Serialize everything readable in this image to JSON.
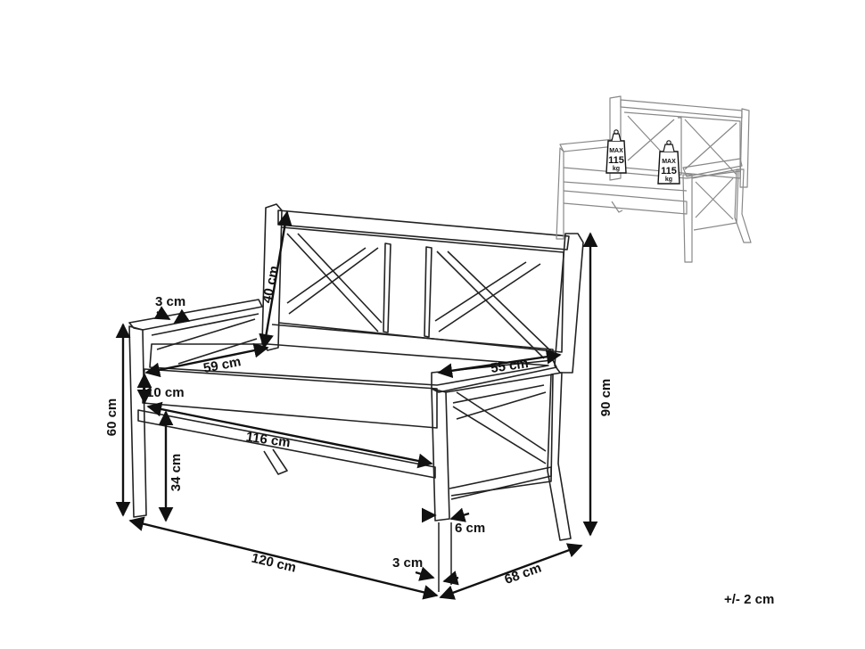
{
  "dimensions": {
    "back_height": "40 cm",
    "arm_thickness": "3 cm",
    "seat_depth": "59 cm",
    "cushion_height": "10 cm",
    "arm_height": "60 cm",
    "seat_width": "116 cm",
    "seat_height": "34 cm",
    "total_width": "120 cm",
    "cushion_depth": "55 cm",
    "total_height": "90 cm",
    "leg_width": "6 cm",
    "leg_thickness": "3 cm",
    "total_depth": "68 cm"
  },
  "tolerance": "+/- 2 cm",
  "weight_badges": [
    {
      "max": "MAX",
      "value": "115",
      "unit": "kg"
    },
    {
      "max": "MAX",
      "value": "115",
      "unit": "kg"
    }
  ]
}
